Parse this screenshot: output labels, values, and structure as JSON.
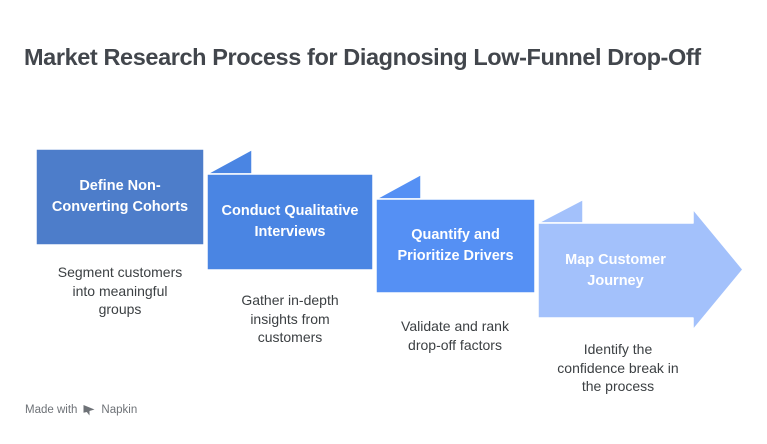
{
  "title": "Market Research Process for Diagnosing Low-Funnel Drop-Off",
  "steps": [
    {
      "label": "Define Non-Converting Cohorts",
      "description": "Segment customers into meaningful groups",
      "color": "#4d7dca"
    },
    {
      "label": "Conduct Qualitative Interviews",
      "description": "Gather in-depth insights from customers",
      "color": "#4a85e3"
    },
    {
      "label": "Quantify and Prioritize Drivers",
      "description": "Validate and rank drop-off factors",
      "color": "#5590f4"
    },
    {
      "label": "Map Customer Journey",
      "description": "Identify the confidence break in the process",
      "color": "#a3c1fb"
    }
  ],
  "footer": {
    "made_with": "Made with",
    "brand": "Napkin",
    "logo_icon": "napkin-logo-icon"
  },
  "palette": {
    "background": "#ffffff",
    "title_text": "#42464c",
    "description_text": "#3c4043",
    "label_text": "#ffffff",
    "shape_outline": "#ffffff",
    "footer_text": "#6e7277"
  }
}
